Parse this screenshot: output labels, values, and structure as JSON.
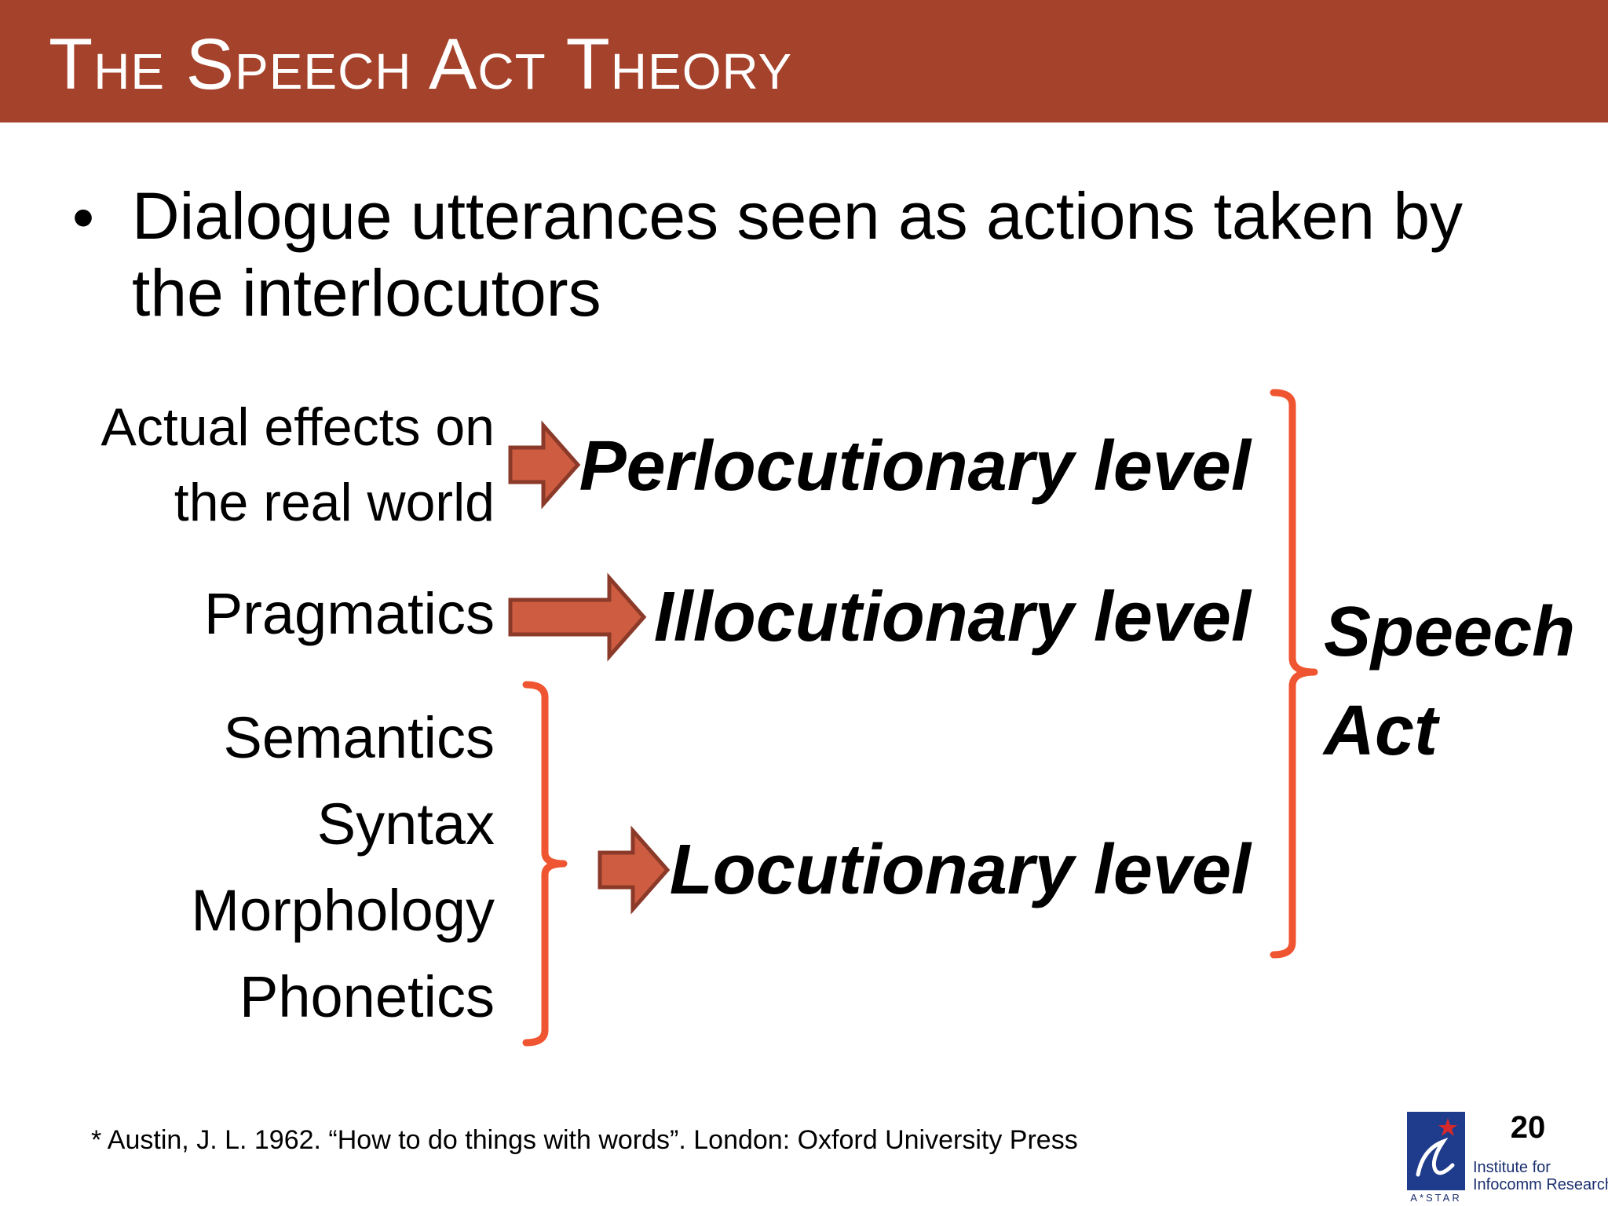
{
  "slide": {
    "title": "The Speech Act Theory",
    "bullet": "Dialogue utterances seen as actions taken by the interlocutors",
    "left_labels": {
      "perlocution_line1": "Actual effects on",
      "perlocution_line2": "the real world",
      "illocution": "Pragmatics",
      "locution_items": [
        "Semantics",
        "Syntax",
        "Morphology",
        "Phonetics"
      ]
    },
    "levels": {
      "perlocutionary": "Perlocutionary level",
      "illocutionary": "Illocutionary level",
      "locutionary": "Locutionary level"
    },
    "speech_act": {
      "line1": "Speech",
      "line2": "Act"
    },
    "footnote": "* Austin, J. L. 1962. “How to do things with words”. London: Oxford University Press",
    "page_number": "20",
    "logo": {
      "line1": "Institute for",
      "line2": "Infocomm Research",
      "org": "A*STAR"
    }
  },
  "colors": {
    "title_bar": "#a5422b",
    "arrow_fill": "#cd5c40",
    "arrow_stroke": "#8b3a2a",
    "brace": "#ef5530"
  },
  "icons": [
    "right-arrow-icon",
    "right-brace-icon",
    "astar-logo-icon"
  ]
}
